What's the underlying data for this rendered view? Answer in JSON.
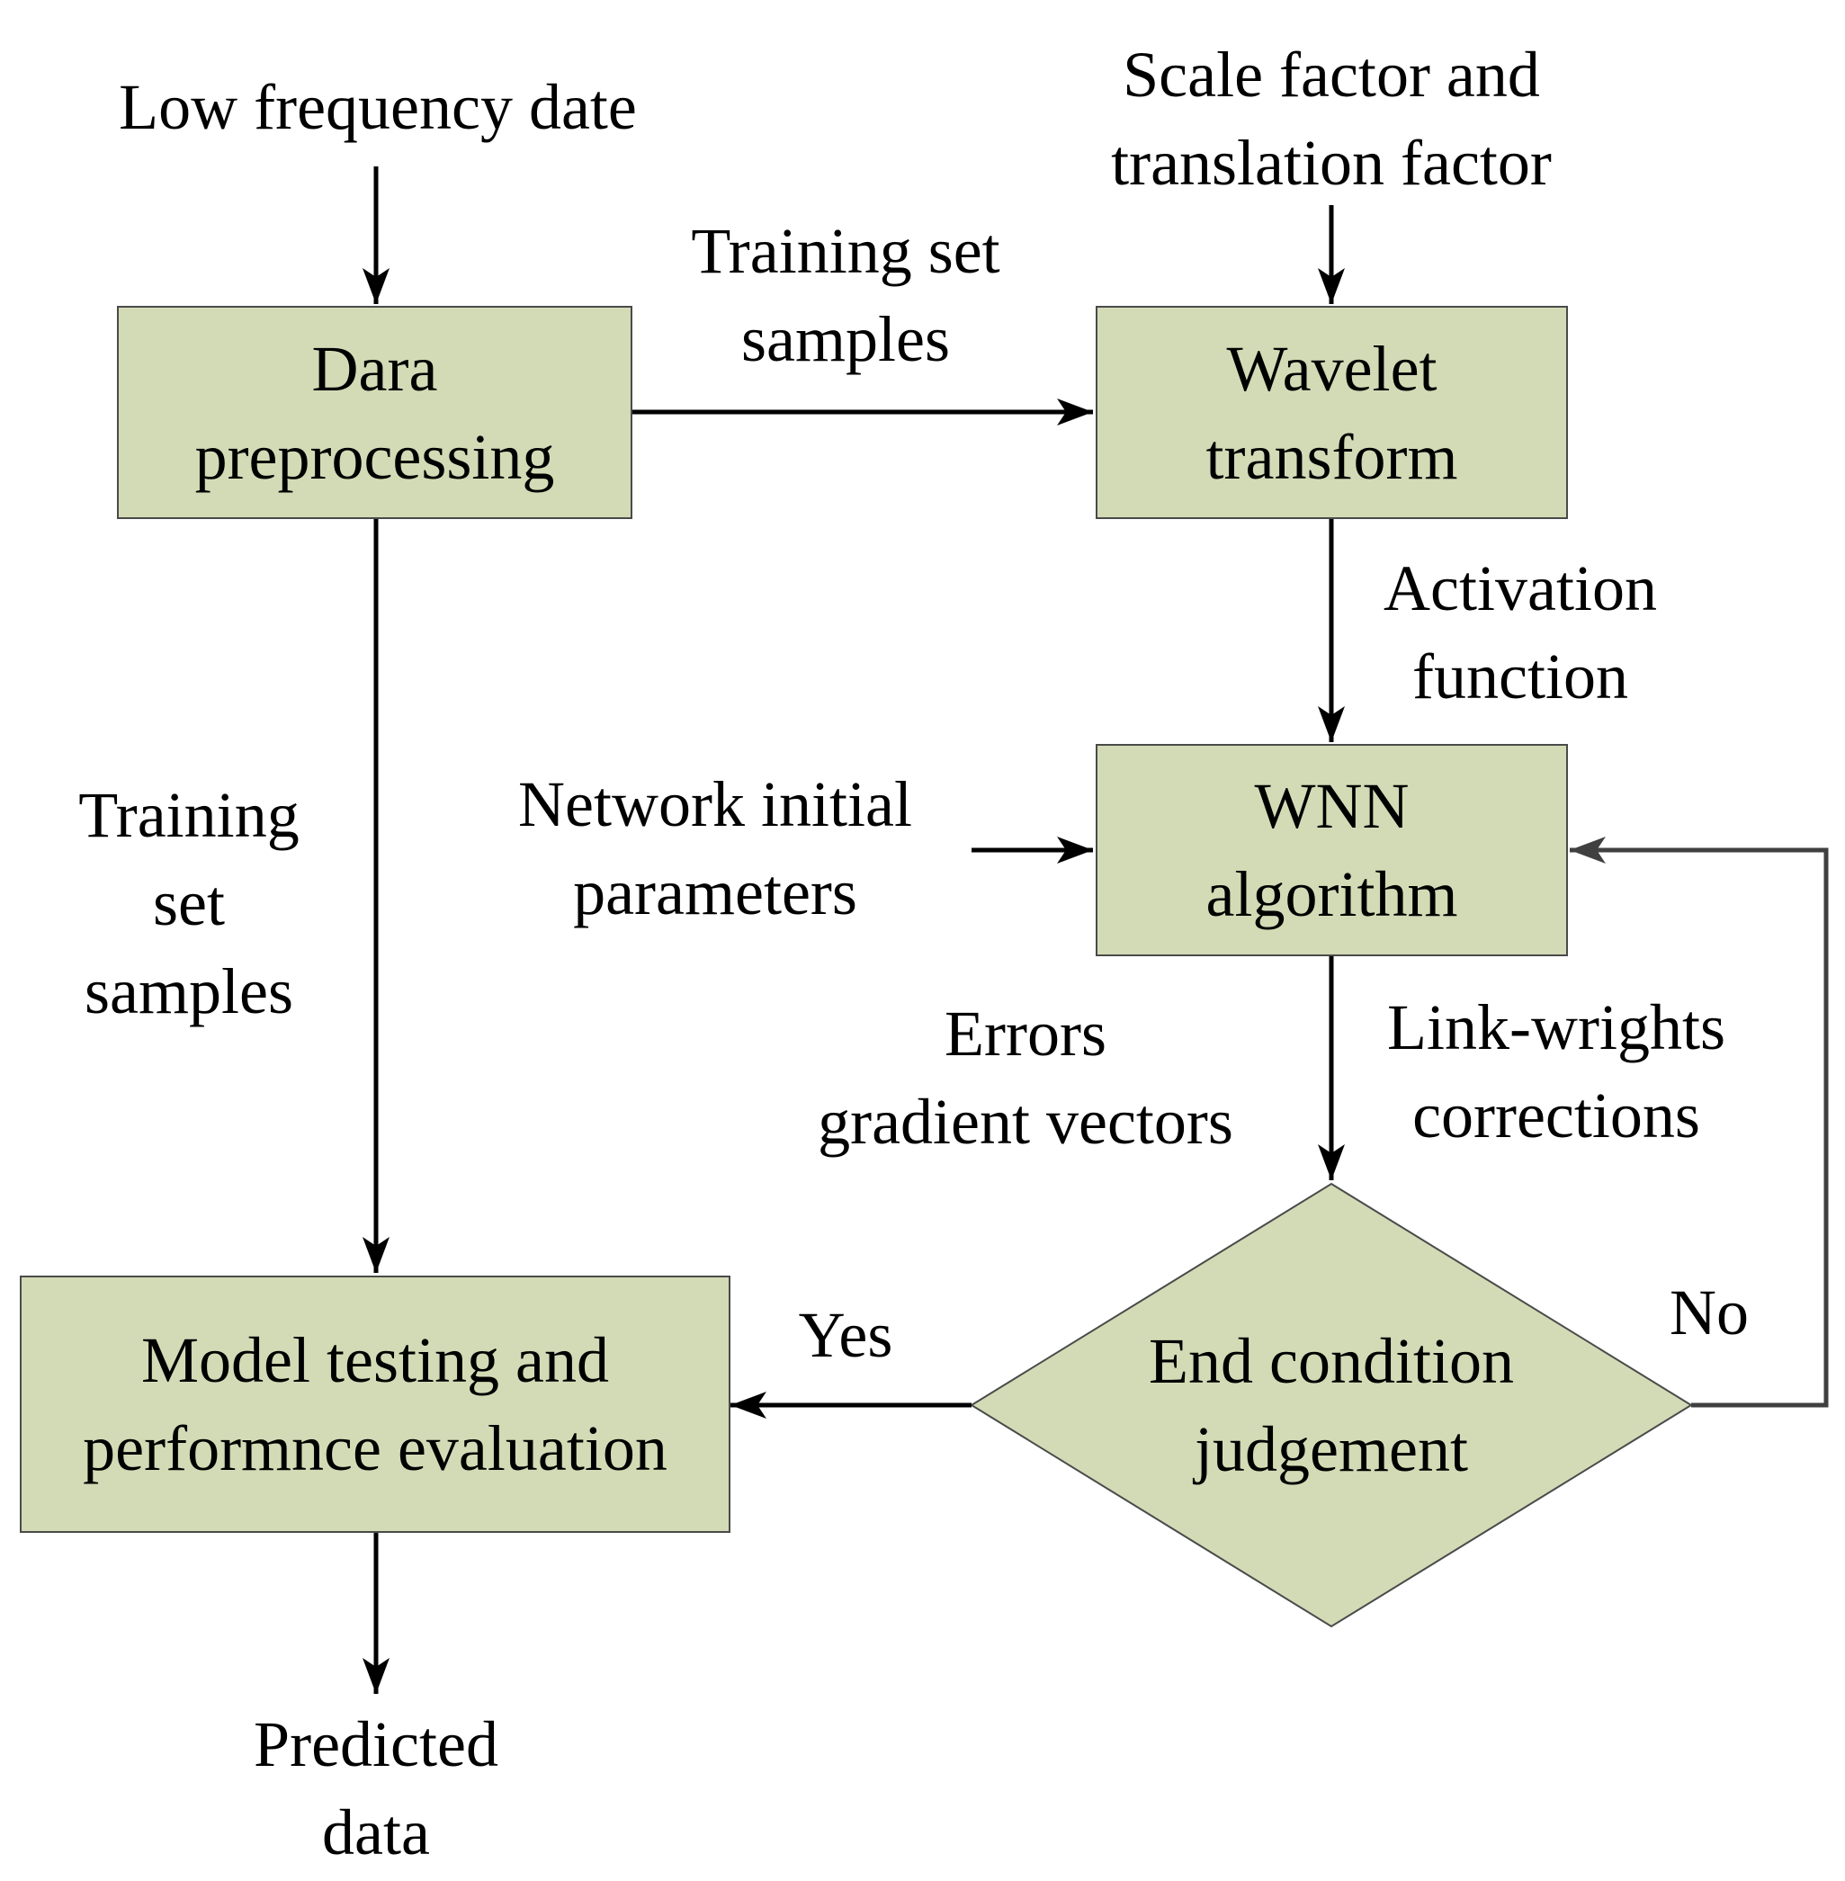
{
  "colors": {
    "node_fill": "#d3dbb6",
    "node_stroke": "#4a4a4a",
    "arrow": "#000000",
    "feedback_arrow": "#404040"
  },
  "nodes": {
    "data_preprocessing": {
      "line1": "Dara",
      "line2": "preprocessing"
    },
    "wavelet_transform": {
      "line1": "Wavelet",
      "line2": "transform"
    },
    "wnn_algorithm": {
      "line1": "WNN",
      "line2": "algorithm"
    },
    "end_condition": {
      "line1": "End condition",
      "line2": "judgement"
    },
    "model_testing": {
      "line1": "Model testing and",
      "line2": "performnce evaluation"
    }
  },
  "labels": {
    "low_frequency": "Low frequency date",
    "scale_factor": {
      "line1": "Scale factor and",
      "line2": "translation factor"
    },
    "training_set_top": {
      "line1": "Training set",
      "line2": "samples"
    },
    "training_set_left": {
      "line1": "Training",
      "line2": "set",
      "line3": "samples"
    },
    "activation": {
      "line1": "Activation",
      "line2": "function"
    },
    "network_params": {
      "line1": "Network initial",
      "line2": "parameters"
    },
    "errors": {
      "line1": "Errors",
      "line2": "gradient vectors"
    },
    "link_weights": {
      "line1": "Link-wrights",
      "line2": "corrections"
    },
    "yes": "Yes",
    "no": "No",
    "predicted": {
      "line1": "Predicted",
      "line2": "data"
    }
  }
}
